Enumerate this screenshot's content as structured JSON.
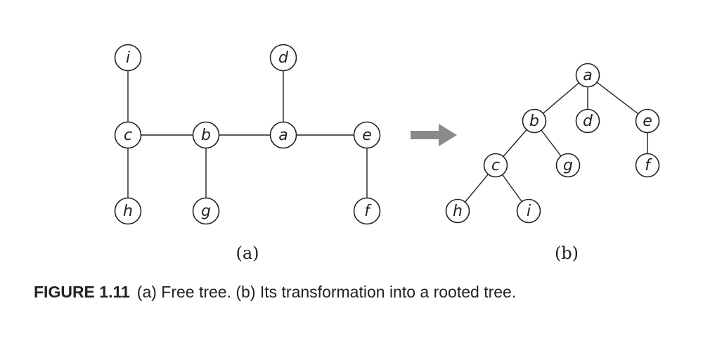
{
  "free_tree": {
    "sublabel": "(a)",
    "nodes": [
      {
        "id": "i",
        "label": "i"
      },
      {
        "id": "d",
        "label": "d"
      },
      {
        "id": "c",
        "label": "c"
      },
      {
        "id": "b",
        "label": "b"
      },
      {
        "id": "a",
        "label": "a"
      },
      {
        "id": "e",
        "label": "e"
      },
      {
        "id": "h",
        "label": "h"
      },
      {
        "id": "g",
        "label": "g"
      },
      {
        "id": "f",
        "label": "f"
      }
    ],
    "edges": [
      [
        "i",
        "c"
      ],
      [
        "c",
        "b"
      ],
      [
        "b",
        "a"
      ],
      [
        "a",
        "e"
      ],
      [
        "c",
        "h"
      ],
      [
        "b",
        "g"
      ],
      [
        "a",
        "d"
      ],
      [
        "e",
        "f"
      ]
    ]
  },
  "rooted_tree": {
    "sublabel": "(b)",
    "nodes": [
      {
        "id": "a",
        "label": "a"
      },
      {
        "id": "b",
        "label": "b"
      },
      {
        "id": "d",
        "label": "d"
      },
      {
        "id": "e",
        "label": "e"
      },
      {
        "id": "c",
        "label": "c"
      },
      {
        "id": "g",
        "label": "g"
      },
      {
        "id": "f",
        "label": "f"
      },
      {
        "id": "h",
        "label": "h"
      },
      {
        "id": "i",
        "label": "i"
      }
    ],
    "edges": [
      [
        "a",
        "b"
      ],
      [
        "a",
        "d"
      ],
      [
        "a",
        "e"
      ],
      [
        "b",
        "c"
      ],
      [
        "b",
        "g"
      ],
      [
        "e",
        "f"
      ],
      [
        "c",
        "h"
      ],
      [
        "c",
        "i"
      ]
    ]
  },
  "arrow_color": "#8a8a8a",
  "caption": {
    "label": "FIGURE 1.11",
    "text": "(a) Free tree. (b) Its transformation into a rooted tree."
  }
}
